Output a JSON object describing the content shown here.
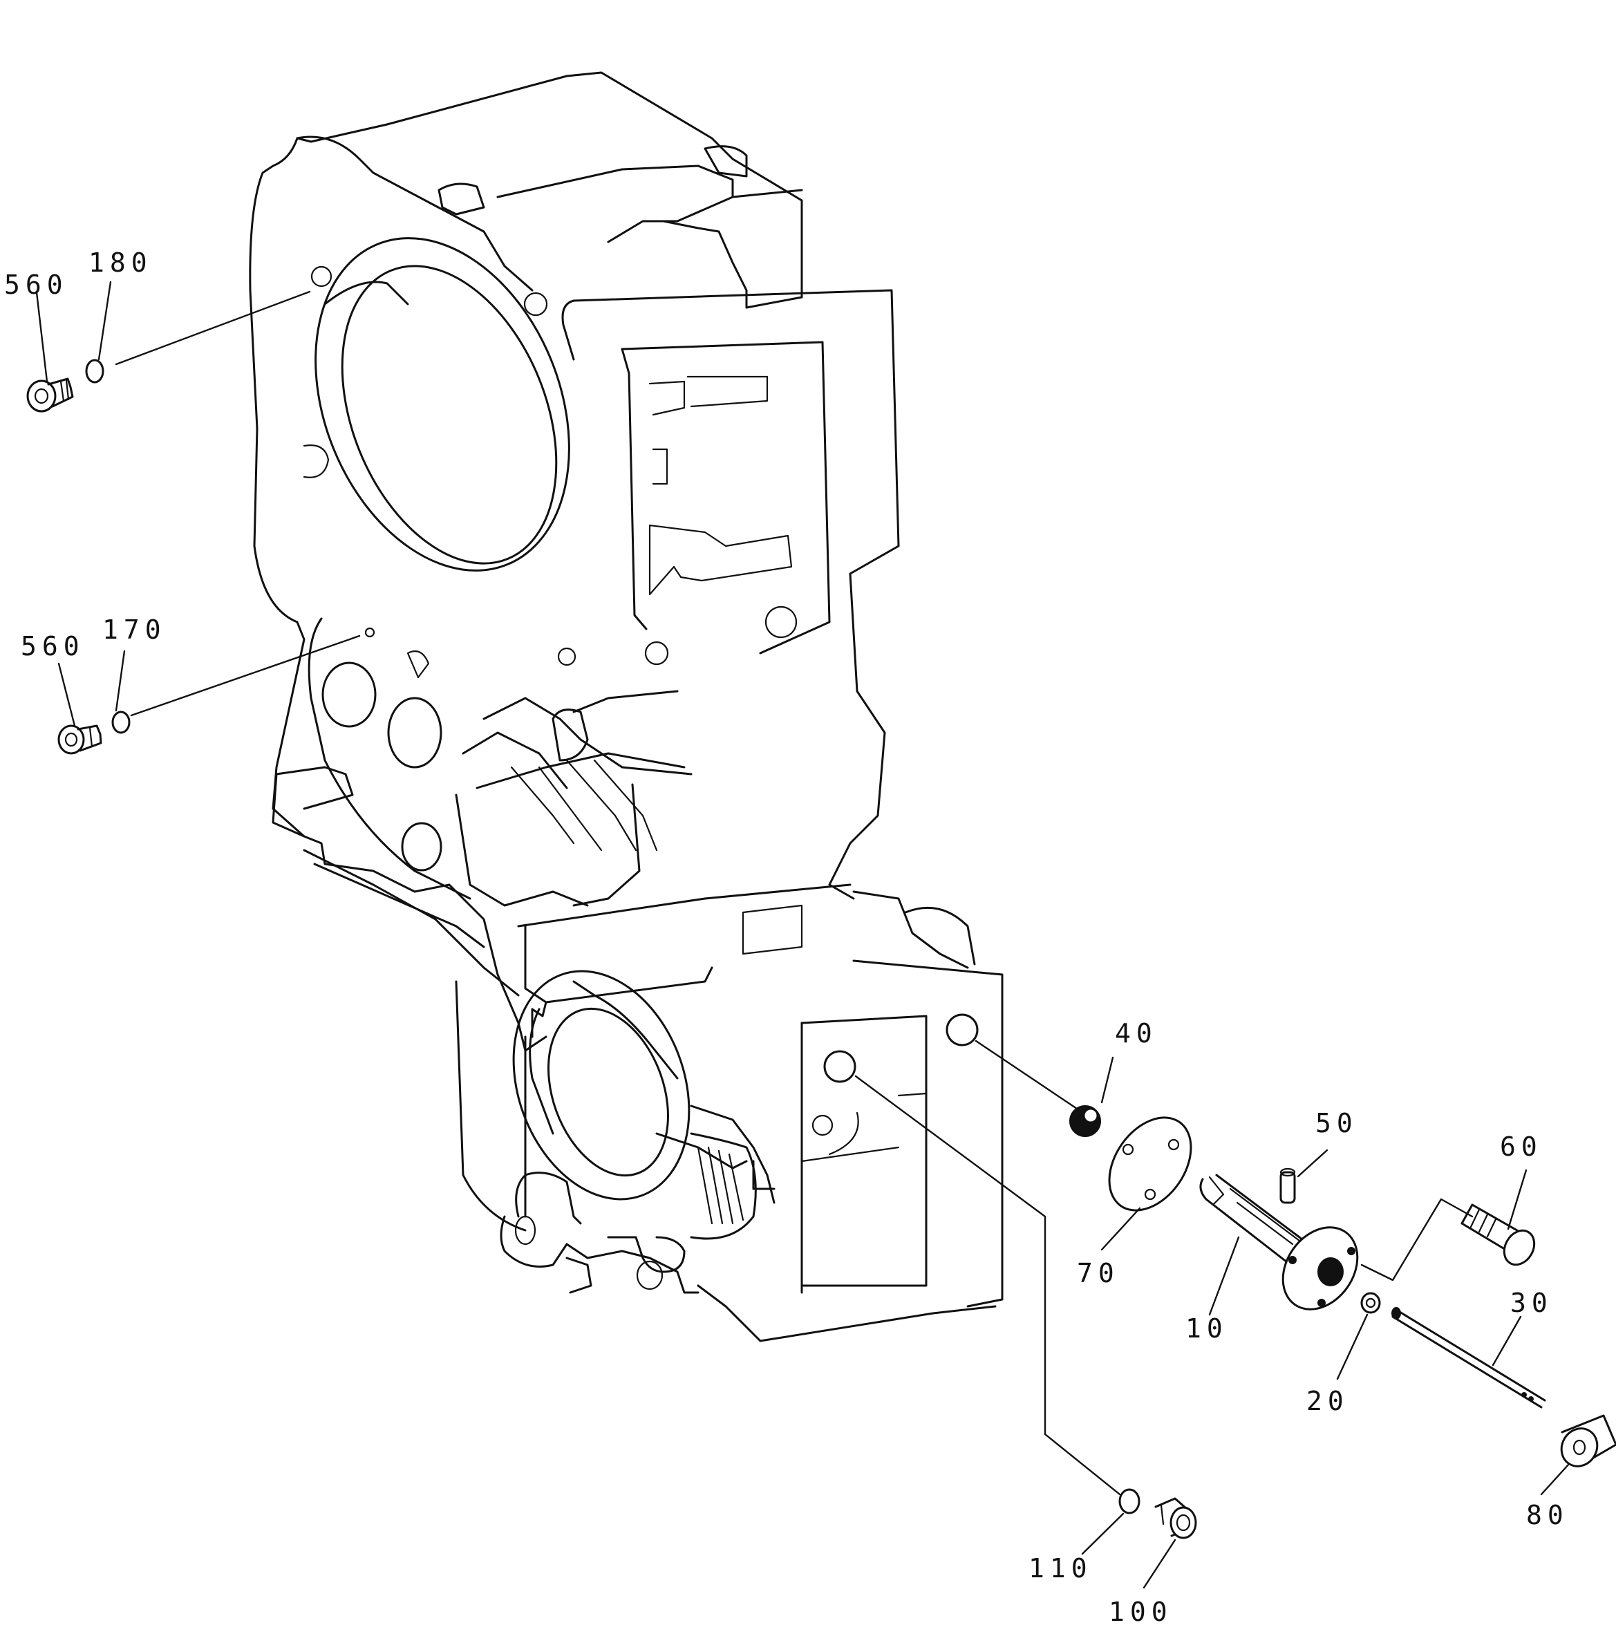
{
  "callouts": [
    {
      "id": "560",
      "text": "560"
    },
    {
      "id": "180",
      "text": "180"
    },
    {
      "id": "560b",
      "text": "560"
    },
    {
      "id": "170",
      "text": "170"
    },
    {
      "id": "40",
      "text": "40"
    },
    {
      "id": "50",
      "text": "50"
    },
    {
      "id": "60",
      "text": "60"
    },
    {
      "id": "70",
      "text": "70"
    },
    {
      "id": "10",
      "text": "10"
    },
    {
      "id": "30",
      "text": "30"
    },
    {
      "id": "20",
      "text": "20"
    },
    {
      "id": "80",
      "text": "80"
    },
    {
      "id": "110",
      "text": "110"
    },
    {
      "id": "100",
      "text": "100"
    }
  ]
}
